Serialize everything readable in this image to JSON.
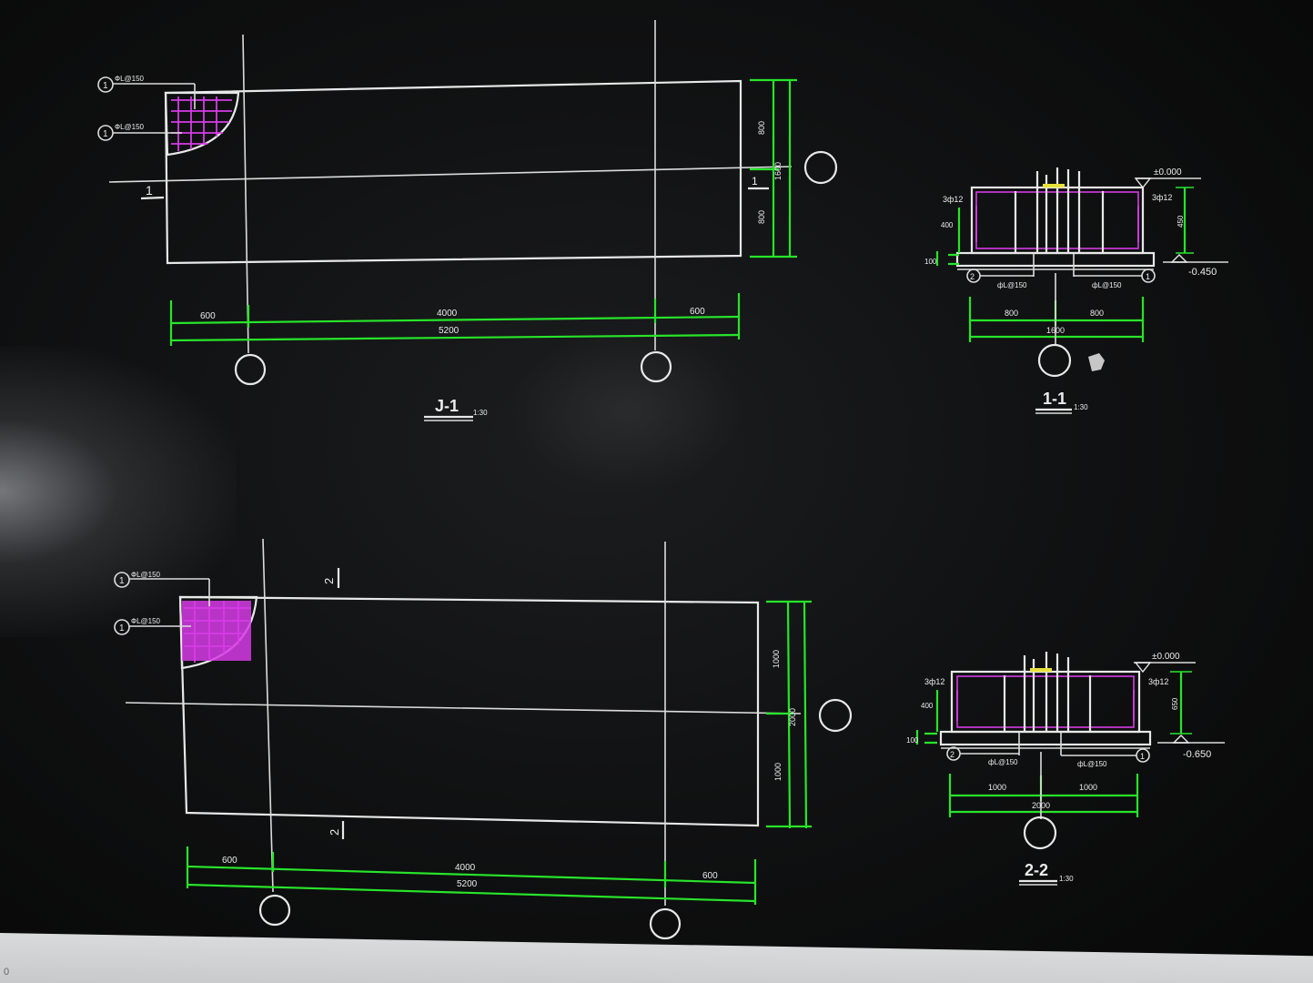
{
  "window": {
    "status_text": "0"
  },
  "plan_j1": {
    "title": "J-1",
    "scale": "1:30",
    "section_mark": "1",
    "callout_top": "1",
    "callout_top_text": "ФL@150",
    "callout_mid": "1",
    "callout_mid_text": "ФL@150",
    "dim_left": "600",
    "dim_middle": "4000",
    "dim_right": "600",
    "dim_total": "5200",
    "dim_vert_top": "800",
    "dim_vert_bot": "800",
    "dim_vert_total": "1600"
  },
  "section_11": {
    "title": "1-1",
    "scale": "1:30",
    "elev_top": "±0.000",
    "elev_bottom": "-0.450",
    "label_left": "3ф12",
    "label_right": "3ф12",
    "rebar_left": "фL@150",
    "rebar_right": "фL@150",
    "callout_left": "2",
    "callout_right": "1",
    "dim_left": "800",
    "dim_right": "800",
    "dim_total": "1600",
    "dim_height": "450",
    "dim_side": "400",
    "dim_base": "100"
  },
  "plan_j2": {
    "section_mark_top": "2",
    "section_mark_bot": "2",
    "callout_top": "1",
    "callout_top_text": "ФL@150",
    "callout_mid": "1",
    "callout_mid_text": "ФL@150",
    "dim_left": "600",
    "dim_middle": "4000",
    "dim_right": "600",
    "dim_total": "5200",
    "dim_vert_top": "1000",
    "dim_vert_bot": "1000",
    "dim_vert_total": "2000"
  },
  "section_22": {
    "title": "2-2",
    "scale": "1:30",
    "elev_top": "±0.000",
    "elev_bottom": "-0.650",
    "label_left": "3ф12",
    "label_right": "3ф12",
    "rebar_left": "фL@150",
    "rebar_right": "фL@150",
    "callout_left": "2",
    "callout_right": "1",
    "dim_left": "1000",
    "dim_right": "1000",
    "dim_total": "2000",
    "dim_height": "650",
    "dim_side": "400",
    "dim_base": "100"
  },
  "colors": {
    "outline": "#e8e8e8",
    "dimension": "#27e52a",
    "rebar": "#d63be6",
    "anchor": "#e6e23a",
    "background": "#0b0c0d"
  }
}
